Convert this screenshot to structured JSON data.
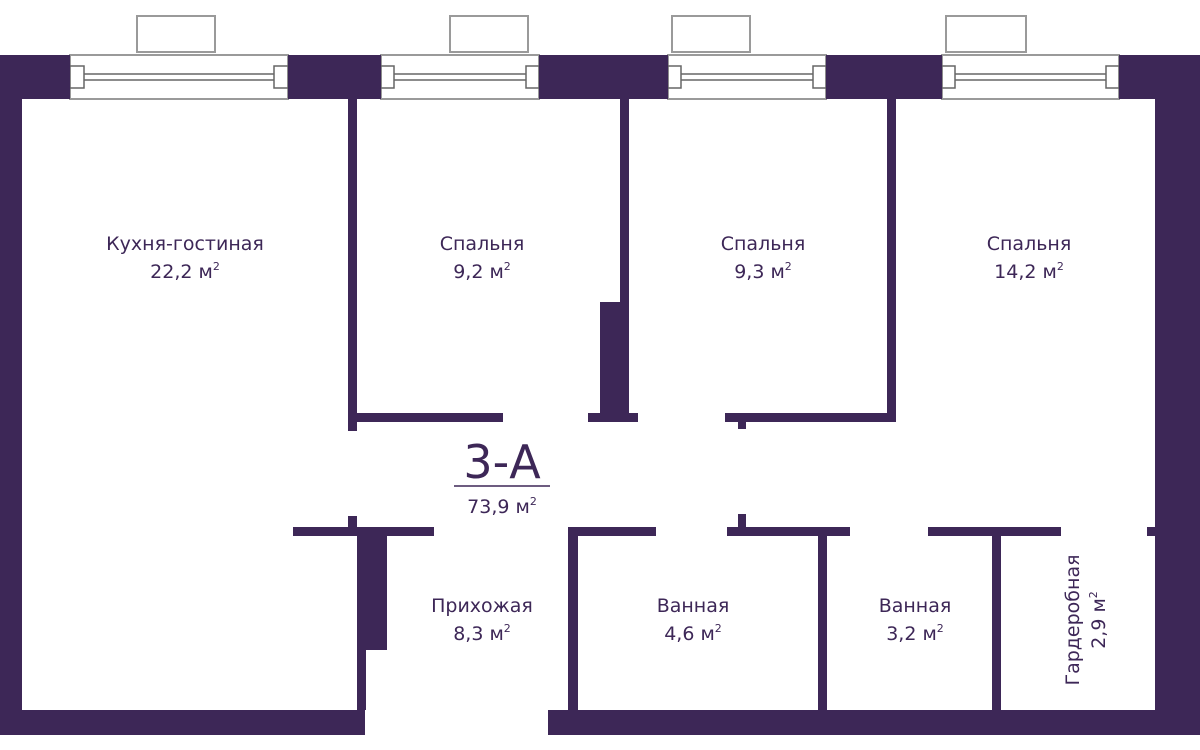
{
  "colors": {
    "wall": "#3d2757",
    "window": "#8a8a8a",
    "background": "#ffffff"
  },
  "apartment": {
    "code": "3-А",
    "area": "73,9 м",
    "area_sup": "2"
  },
  "rooms": {
    "kitchen": {
      "name": "Кухня-гостиная",
      "area": "22,2 м",
      "sup": "2"
    },
    "bedroom1": {
      "name": "Спальня",
      "area": "9,2 м",
      "sup": "2"
    },
    "bedroom2": {
      "name": "Спальня",
      "area": "9,3 м",
      "sup": "2"
    },
    "bedroom3": {
      "name": "Спальня",
      "area": "14,2 м",
      "sup": "2"
    },
    "hallway": {
      "name": "Прихожая",
      "area": "8,3 м",
      "sup": "2"
    },
    "bathroom1": {
      "name": "Ванная",
      "area": "4,6 м",
      "sup": "2"
    },
    "bathroom2": {
      "name": "Ванная",
      "area": "3,2 м",
      "sup": "2"
    },
    "wardrobe": {
      "name": "Гардеробная",
      "area": "2,9 м",
      "sup": "2"
    }
  }
}
